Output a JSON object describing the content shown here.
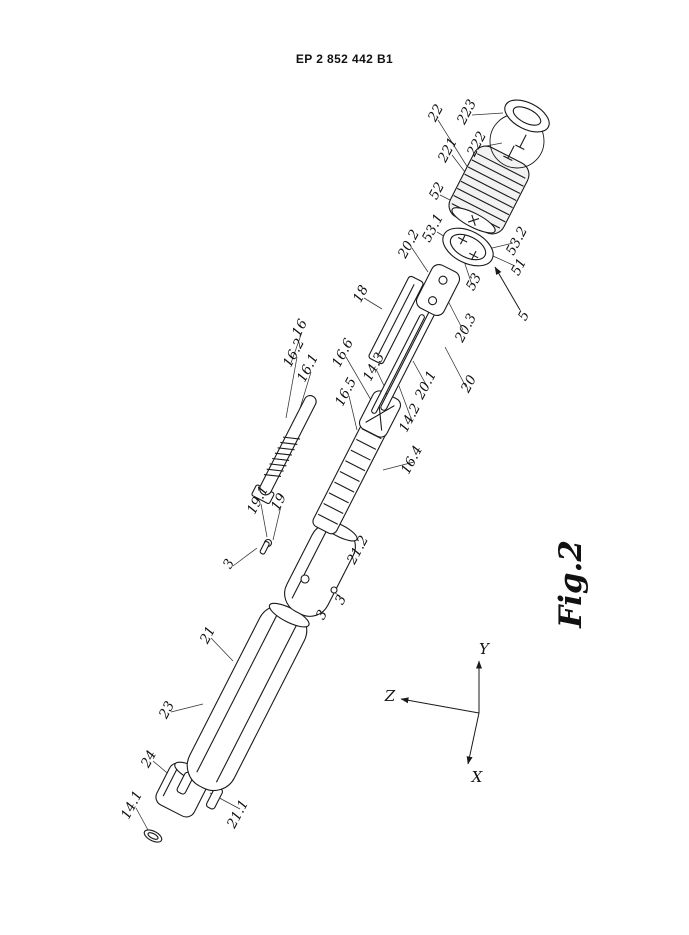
{
  "header": {
    "patent_number": "EP 2 852 442 B1"
  },
  "figure": {
    "caption": "Fig.2"
  },
  "axes": {
    "x": "X",
    "y": "Y",
    "z": "Z"
  },
  "line_color": "#1a1a1a",
  "part_labels": [
    {
      "text": "22"
    },
    {
      "text": "223"
    },
    {
      "text": "221"
    },
    {
      "text": "222"
    },
    {
      "text": "52"
    },
    {
      "text": "53.1"
    },
    {
      "text": "53.2"
    },
    {
      "text": "20.2"
    },
    {
      "text": "51"
    },
    {
      "text": "53"
    },
    {
      "text": "18"
    },
    {
      "text": "5"
    },
    {
      "text": "20.3"
    },
    {
      "text": "16"
    },
    {
      "text": "16.2"
    },
    {
      "text": "16.1"
    },
    {
      "text": "16.6"
    },
    {
      "text": "14.3"
    },
    {
      "text": "16.5"
    },
    {
      "text": "20.1"
    },
    {
      "text": "20"
    },
    {
      "text": "14.2"
    },
    {
      "text": "16.4"
    },
    {
      "text": "19.1"
    },
    {
      "text": "19"
    },
    {
      "text": "21.2"
    },
    {
      "text": "3"
    },
    {
      "text": "3"
    },
    {
      "text": "3"
    },
    {
      "text": "21"
    },
    {
      "text": "23"
    },
    {
      "text": "24"
    },
    {
      "text": "14.1"
    },
    {
      "text": "21.1"
    }
  ]
}
